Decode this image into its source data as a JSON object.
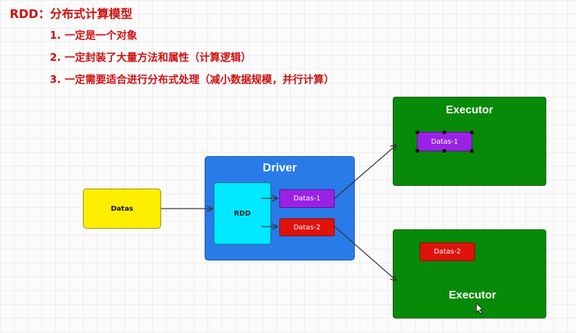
{
  "heading": "RDD：分布式计算模型",
  "points": [
    "1. 一定是一个对象",
    "2. 一定封装了大量方法和属性（计算逻辑）",
    "3. 一定需要适合进行分布式处理（减小数据规模，并行计算）"
  ],
  "diagram": {
    "source_label": "Datas",
    "driver_label": "Driver",
    "rdd_label": "RDD",
    "driver_datas_1": "Datas-1",
    "driver_datas_2": "Datas-2",
    "executor_top_label": "Executor",
    "executor_top_datas": "Datas-1",
    "executor_bottom_label": "Executor",
    "executor_bottom_datas": "Datas-2"
  },
  "colors": {
    "heading": "#d01010",
    "executor": "#078a07",
    "driver": "#2a7bea",
    "source": "#ffee00",
    "rdd": "#00e8ff",
    "datas_1": "#9a22e6",
    "datas_2": "#e0120c"
  }
}
